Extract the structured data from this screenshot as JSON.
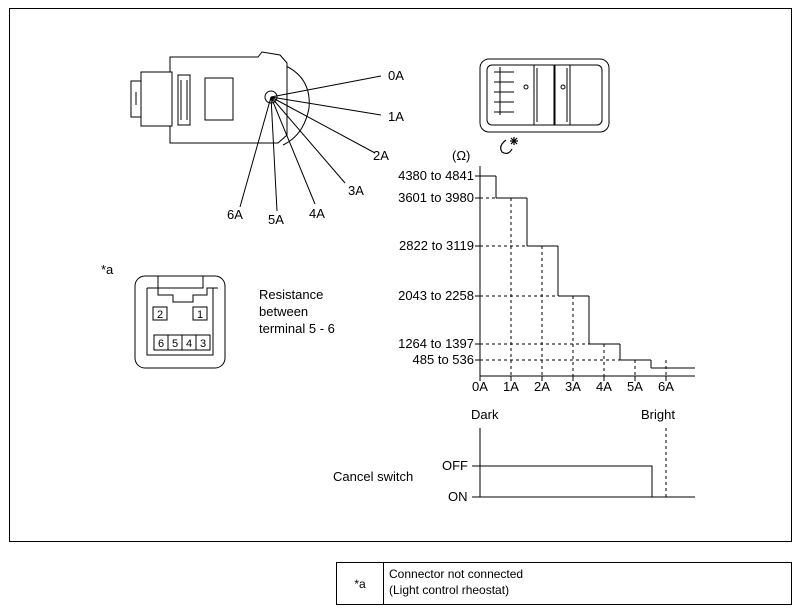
{
  "rheostat_positions": [
    "0A",
    "1A",
    "2A",
    "3A",
    "4A",
    "5A",
    "6A"
  ],
  "connector": {
    "note": "*a",
    "top_pins": [
      "2",
      "1"
    ],
    "bottom_pins": [
      "6",
      "5",
      "4",
      "3"
    ]
  },
  "resistance_caption": [
    "Resistance",
    "between",
    "terminal 5 - 6"
  ],
  "chart_data": {
    "type": "line",
    "unit_label": "(Ω)",
    "y_tick_labels": [
      "4380 to 4841",
      "3601 to 3980",
      "2822 to 3119",
      "2043 to 2258",
      "1264 to 1397",
      "485 to 536"
    ],
    "x_tick_labels": [
      "0A",
      "1A",
      "2A",
      "3A",
      "4A",
      "5A",
      "6A"
    ],
    "steps": [
      {
        "position": "0A",
        "resistance": "4380 to 4841"
      },
      {
        "position": "1A",
        "resistance": "3601 to 3980"
      },
      {
        "position": "2A",
        "resistance": "2822 to 3119"
      },
      {
        "position": "3A",
        "resistance": "2043 to 2258"
      },
      {
        "position": "4A",
        "resistance": "1264 to 1397"
      },
      {
        "position": "5A",
        "resistance": "485 to 536"
      }
    ]
  },
  "cancel_switch": {
    "label": "Cancel switch",
    "dark_label": "Dark",
    "bright_label": "Bright",
    "off_label": "OFF",
    "on_label": "ON"
  },
  "legend": {
    "key": "*a",
    "line1": "Connector not connected",
    "line2": "(Light control rheostat)"
  }
}
